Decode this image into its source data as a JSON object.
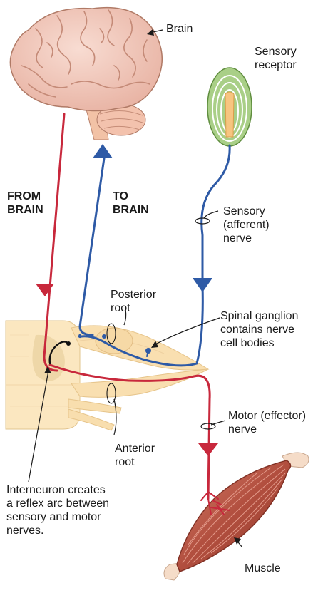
{
  "labels": {
    "brain": "Brain",
    "sensory_receptor": "Sensory\nreceptor",
    "from_brain": "FROM\nBRAIN",
    "to_brain": "TO\nBRAIN",
    "sensory_nerve": "Sensory\n(afferent)\nnerve",
    "posterior_root": "Posterior\nroot",
    "spinal_ganglion": "Spinal ganglion\ncontains nerve\ncell bodies",
    "motor_nerve": "Motor (effector)\nnerve",
    "anterior_root": "Anterior\nroot",
    "interneuron": "Interneuron creates\na reflex arc between\nsensory and motor\nnerves.",
    "muscle": "Muscle"
  },
  "colors": {
    "motor_path": "#c8283c",
    "sensory_path": "#2e5aa6",
    "brain": "#efc3b6",
    "spinal_cord": "#fbe7c0",
    "receptor": "#a9cf87",
    "muscle": "#b14e3e"
  }
}
